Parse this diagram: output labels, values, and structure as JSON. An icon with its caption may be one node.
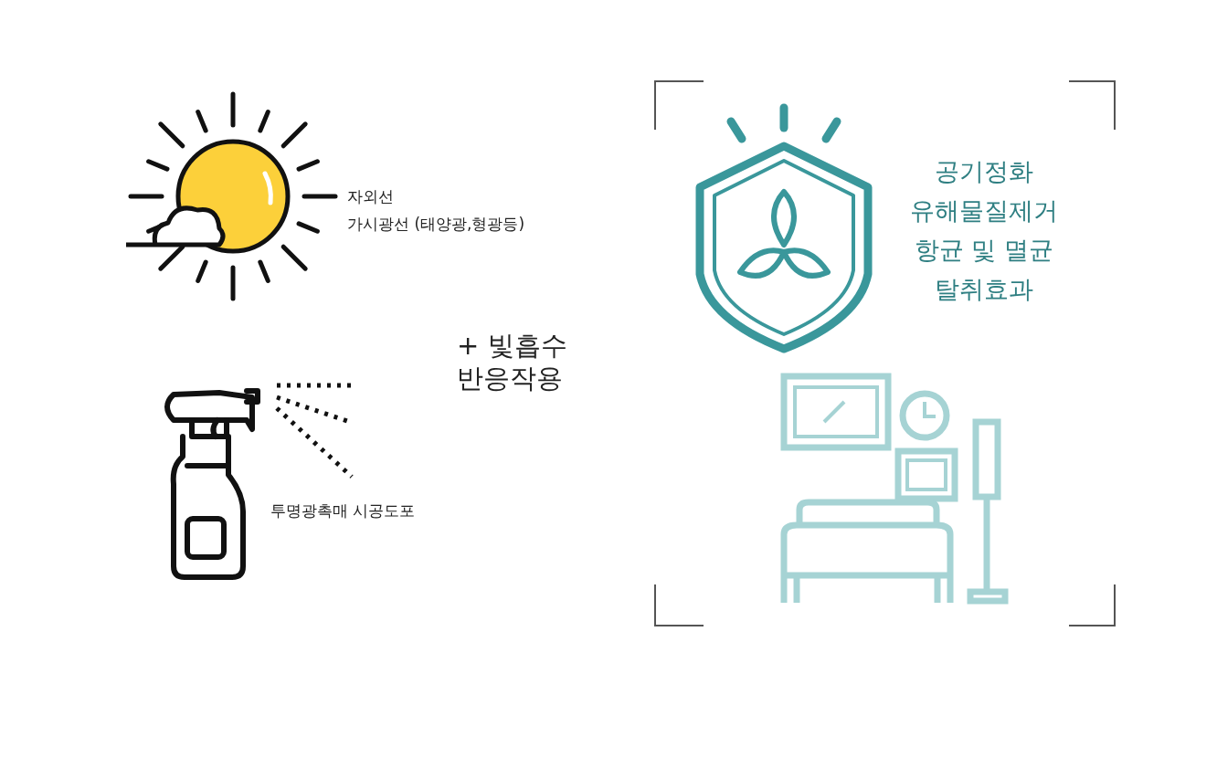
{
  "diagram": {
    "labels": [
      "자외선",
      "가시광선 (태양광,형광등)",
      "공기정화",
      "유해물질제거",
      "항균 및 멸균",
      "탈취효과",
      "+ 빛흡수 반응작용",
      "투명광촉매 시공도포"
    ]
  }
}
